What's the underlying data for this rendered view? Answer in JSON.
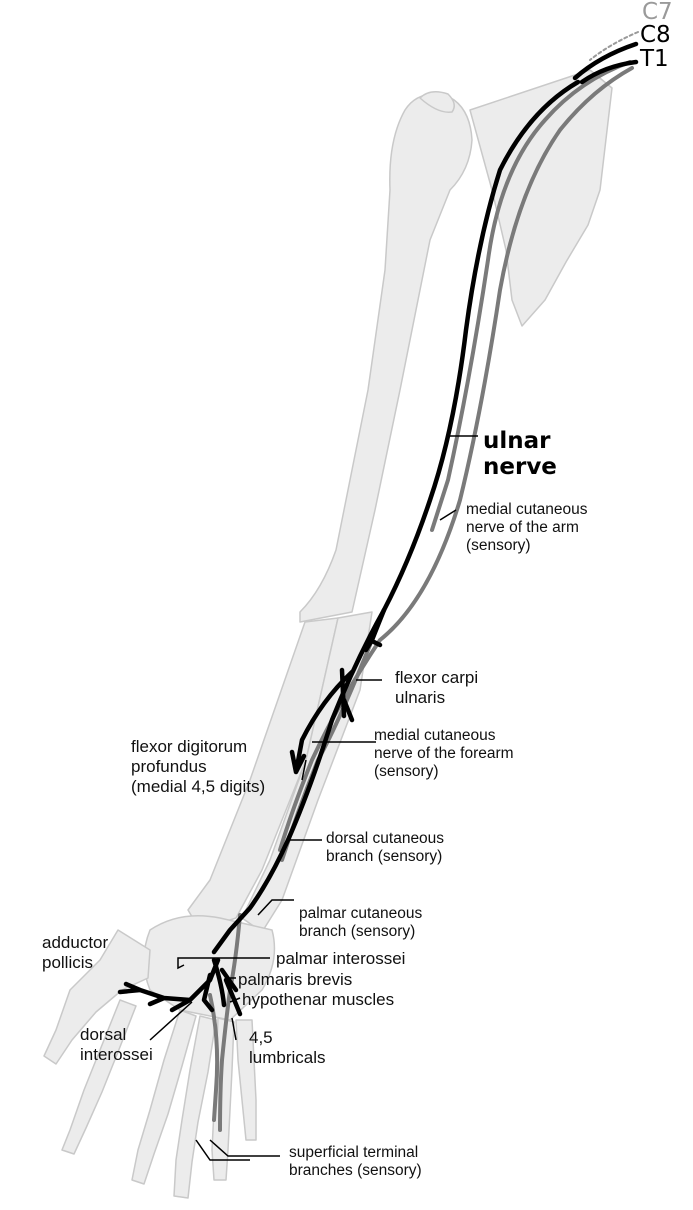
{
  "roots": {
    "c7": "C7",
    "c8": "C8",
    "t1": "T1"
  },
  "title": {
    "line1": "ulnar",
    "line2": "nerve"
  },
  "labels": {
    "medial_cutaneous_arm": [
      "medial cutaneous",
      "nerve of the arm",
      "(sensory)"
    ],
    "flexor_carpi_ulnaris": [
      "flexor carpi",
      "ulnaris"
    ],
    "flexor_digitorum_profundus": [
      "flexor digitorum",
      "profundus",
      "(medial 4,5 digits)"
    ],
    "medial_cutaneous_forearm": [
      "medial cutaneous",
      "nerve of the forearm",
      "(sensory)"
    ],
    "dorsal_cutaneous_branch": [
      "dorsal cutaneous",
      "branch (sensory)"
    ],
    "palmar_cutaneous_branch": [
      "palmar cutaneous",
      "branch (sensory)"
    ],
    "adductor_pollicis": [
      "adductor",
      "pollicis"
    ],
    "palmar_interossei": [
      "palmar interossei"
    ],
    "palmaris_brevis": [
      "palmaris brevis"
    ],
    "hypothenar_muscles": [
      "hypothenar muscles"
    ],
    "dorsal_interossei": [
      "dorsal",
      "interossei"
    ],
    "lumbricals": [
      "4,5",
      "lumbricals"
    ],
    "superficial_terminal_branches": [
      "superficial terminal",
      "branches (sensory)"
    ]
  },
  "colors": {
    "bone_fill": "#ececec",
    "bone_outline": "#c8c8c8",
    "motor_nerve": "#000000",
    "sensory_nerve": "#7a7a7a",
    "root_c7": "#9a9a9a"
  }
}
